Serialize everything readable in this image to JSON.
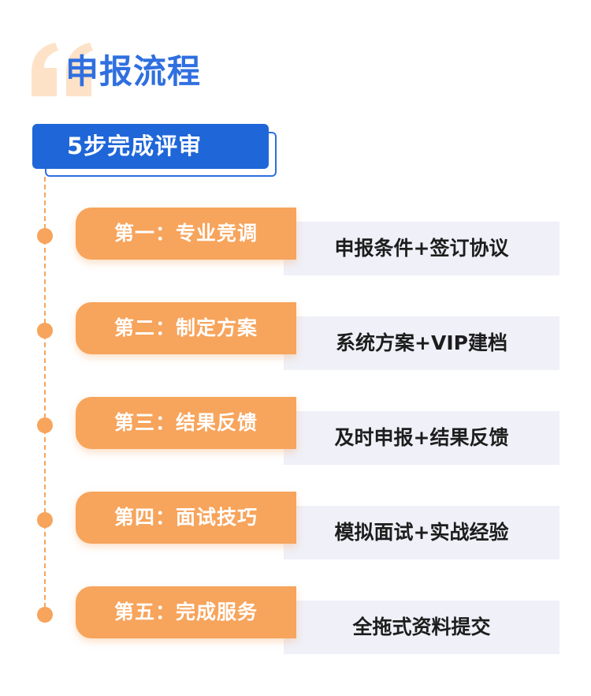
{
  "header": {
    "title": "申报流程",
    "icon": "quote-mark-icon"
  },
  "subtitle": {
    "text": "5步完成评审"
  },
  "colors": {
    "title_blue": "#2f6fe0",
    "subtitle_bg": "#1f66d8",
    "step_orange": "#f7a45c",
    "detail_bg": "#eff0f8",
    "quote_peach": "#fde2c8"
  },
  "steps": [
    {
      "label": "第一：专业竞调",
      "detail": "申报条件+签订协议"
    },
    {
      "label": "第二：制定方案",
      "detail": "系统方案+VIP建档"
    },
    {
      "label": "第三：结果反馈",
      "detail": "及时申报+结果反馈"
    },
    {
      "label": "第四：面试技巧",
      "detail": "模拟面试+实战经验"
    },
    {
      "label": "第五：完成服务",
      "detail": "全拖式资料提交"
    }
  ]
}
